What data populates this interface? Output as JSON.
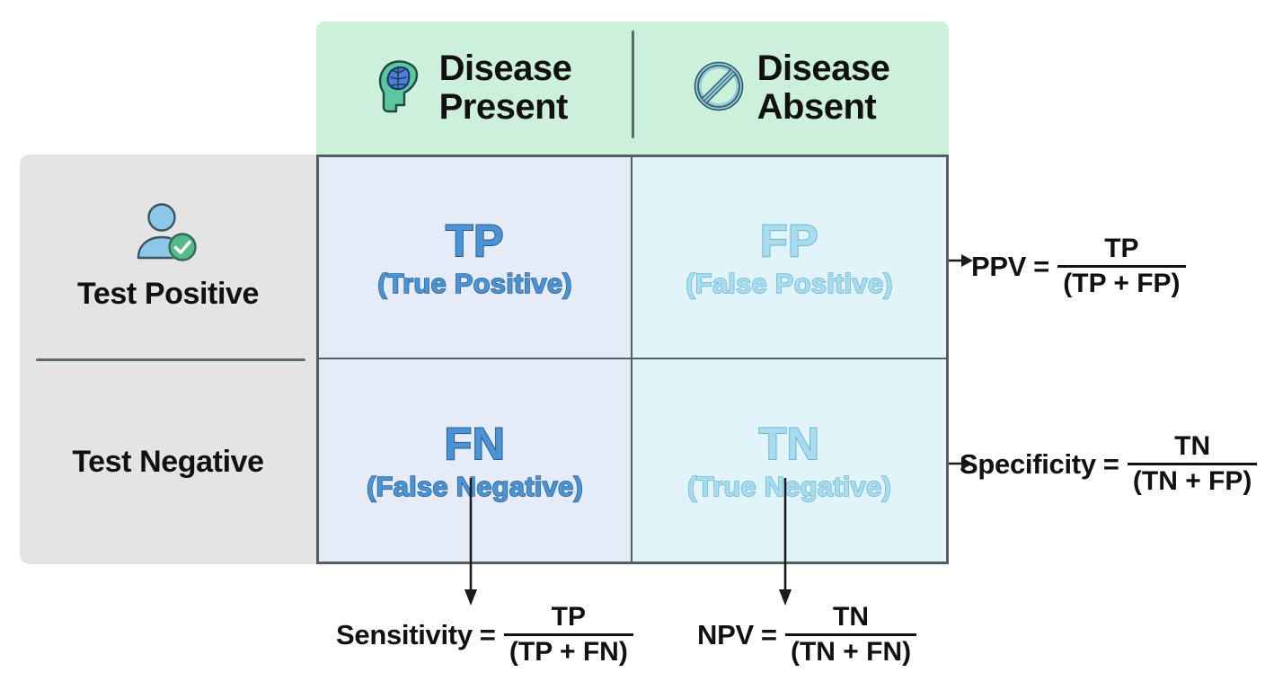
{
  "columns": {
    "present": {
      "label": "Disease\nPresent",
      "icon": "head-brain-icon"
    },
    "absent": {
      "label": "Disease\nAbsent",
      "icon": "prohibition-icon"
    }
  },
  "rows": {
    "positive": {
      "label": "Test Positive",
      "icon": "person-check-icon"
    },
    "negative": {
      "label": "Test Negative"
    }
  },
  "cells": {
    "tp": {
      "abbr": "TP",
      "full": "(True Positive)"
    },
    "fp": {
      "abbr": "FP",
      "full": "(False Positive)"
    },
    "fn": {
      "abbr": "FN",
      "full": "(False Negative)"
    },
    "tn": {
      "abbr": "TN",
      "full": "(True Negative)"
    }
  },
  "formulas": {
    "ppv": {
      "name": "PPV",
      "eq": "=",
      "numerator": "TP",
      "denominator": "(TP + FP)"
    },
    "specificity": {
      "name": "Specificity",
      "eq": "=",
      "numerator": "TN",
      "denominator": "(TN + FP)"
    },
    "sensitivity": {
      "name": "Sensitivity",
      "eq": "=",
      "numerator": "TP",
      "denominator": "(TP + FN)"
    },
    "npv": {
      "name": "NPV",
      "eq": "=",
      "numerator": "TN",
      "denominator": "(TN + FN)"
    }
  },
  "colors": {
    "header_green": "#cdf0db",
    "row_grey": "#e4e4e4",
    "cell_blue": "#e5ecf7",
    "cell_cyan": "#e0f4f9",
    "border": "#555f63",
    "ink_dark": "#4a93d4",
    "ink_light": "#a9dcef"
  }
}
